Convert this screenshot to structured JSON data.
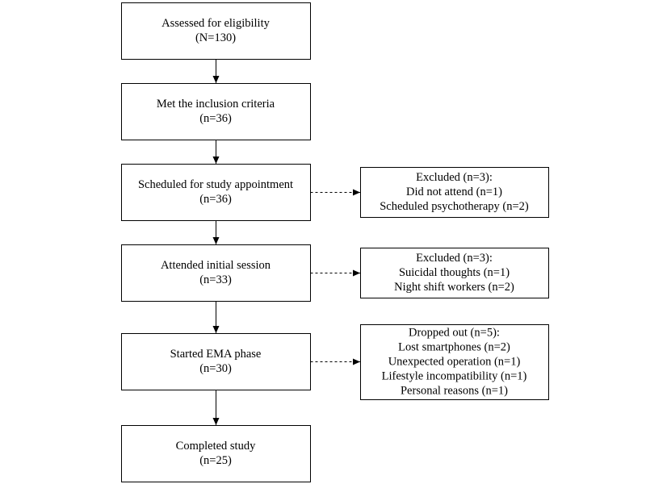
{
  "flow": [
    {
      "lines": [
        "Assessed for eligibility",
        "(N=130)"
      ]
    },
    {
      "lines": [
        "Met the inclusion criteria",
        "(n=36)"
      ]
    },
    {
      "lines": [
        "Scheduled for study appointment",
        "(n=36)"
      ]
    },
    {
      "lines": [
        "Attended initial session",
        "(n=33)"
      ]
    },
    {
      "lines": [
        "Started EMA phase",
        "(n=30)"
      ]
    },
    {
      "lines": [
        "Completed study",
        "(n=25)"
      ]
    }
  ],
  "side": [
    {
      "from": 2,
      "lines": [
        "Excluded (n=3):",
        "Did not attend (n=1)",
        "Scheduled psychotherapy (n=2)"
      ]
    },
    {
      "from": 3,
      "lines": [
        "Excluded (n=3):",
        "Suicidal thoughts (n=1)",
        "Night shift workers (n=2)"
      ]
    },
    {
      "from": 4,
      "lines": [
        "Dropped out (n=5):",
        "Lost smartphones (n=2)",
        "Unexpected operation (n=1)",
        "Lifestyle incompatibility (n=1)",
        "Personal reasons (n=1)"
      ]
    }
  ]
}
